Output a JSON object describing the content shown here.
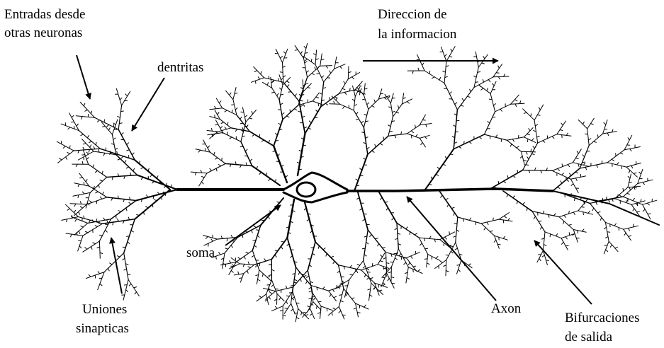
{
  "labels": {
    "entradas_line1": "Entradas desde",
    "entradas_line2": "otras neuronas",
    "dentritas": "dentritas",
    "direccion_line1": "Direccion de",
    "direccion_line2": "la informacion",
    "soma": "soma",
    "uniones_line1": "Uniones",
    "uniones_line2": "sinapticas",
    "axon": "Axon",
    "bifurcaciones_line1": "Bifurcaciones",
    "bifurcaciones_line2": "de salida"
  }
}
